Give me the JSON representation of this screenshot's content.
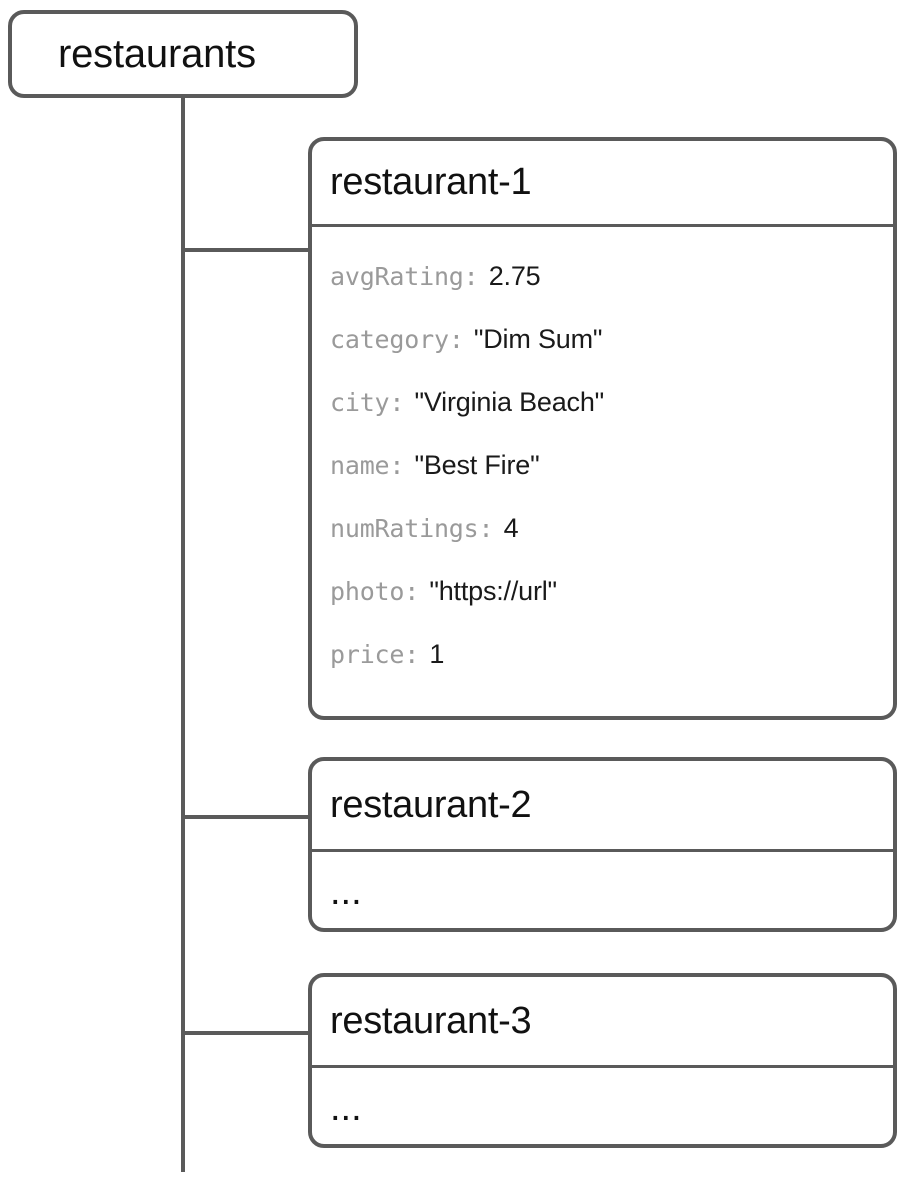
{
  "diagram": {
    "type": "firestore-data-tree",
    "palette": {
      "border": "#5a5a5a",
      "wire": "#5a5a5a",
      "key_text": "#9a9a9a",
      "value_text": "#1a1a1a",
      "title_text": "#111111",
      "background": "#ffffff"
    }
  },
  "root": {
    "label": "restaurants"
  },
  "documents": [
    {
      "id": "doc-1",
      "title": "restaurant-1",
      "collapsed": false,
      "fields": [
        {
          "key": "avgRating",
          "sep": ":",
          "value": "2.75"
        },
        {
          "key": "category",
          "sep": ":",
          "value": "\"Dim Sum\""
        },
        {
          "key": "city",
          "sep": ":",
          "value": "\"Virginia Beach\""
        },
        {
          "key": "name",
          "sep": ":",
          "value": "\"Best Fire\""
        },
        {
          "key": "numRatings",
          "sep": ":",
          "value": "4"
        },
        {
          "key": "photo",
          "sep": ":",
          "value": "\"https://url\""
        },
        {
          "key": "price",
          "sep": ":",
          "value": "1"
        }
      ]
    },
    {
      "id": "doc-2",
      "title": "restaurant-2",
      "collapsed": true,
      "placeholder": "...",
      "fields": []
    },
    {
      "id": "doc-3",
      "title": "restaurant-3",
      "collapsed": true,
      "placeholder": "...",
      "fields": []
    }
  ]
}
